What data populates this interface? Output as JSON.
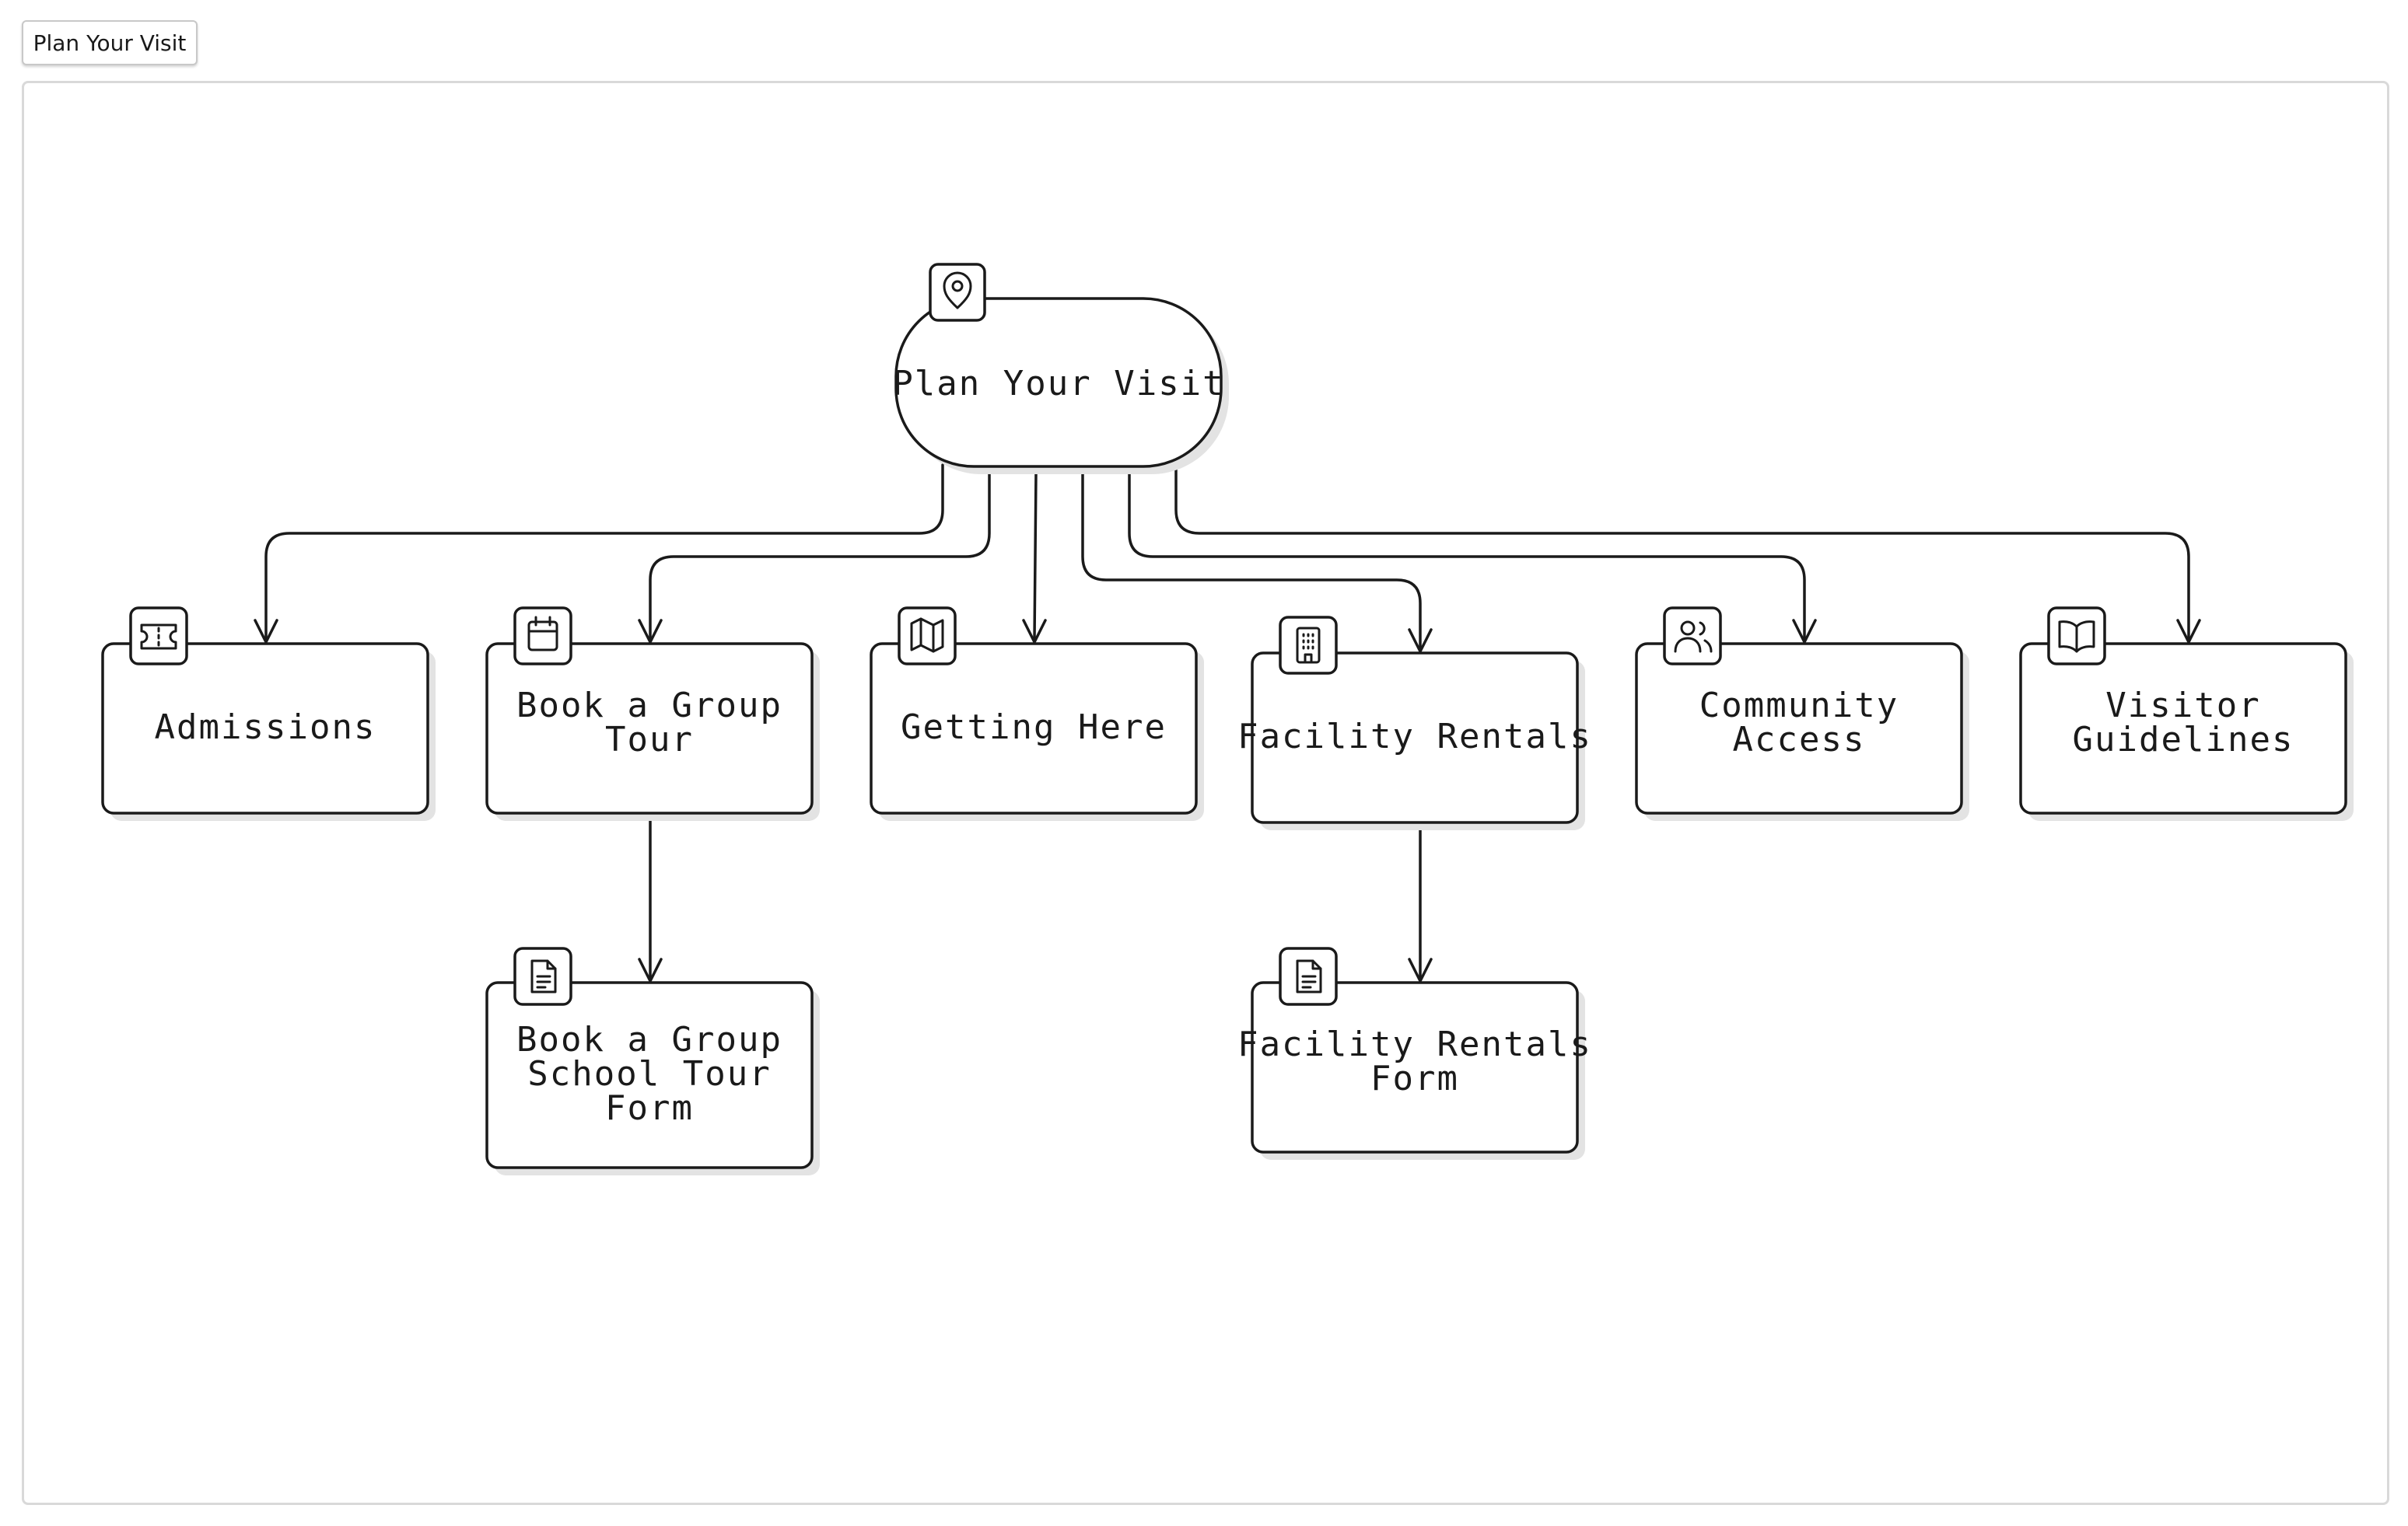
{
  "toolbar": {
    "tab_label": "Plan Your Visit"
  },
  "diagram": {
    "root": {
      "id": "plan-your-visit",
      "label": "Plan Your Visit",
      "icon": "map-pin-icon"
    },
    "children": [
      {
        "id": "admissions",
        "lines": [
          "Admissions"
        ],
        "icon": "ticket-icon"
      },
      {
        "id": "book-group-tour",
        "lines": [
          "Book a Group",
          "Tour"
        ],
        "icon": "calendar-icon"
      },
      {
        "id": "getting-here",
        "lines": [
          "Getting Here"
        ],
        "icon": "map-icon"
      },
      {
        "id": "facility-rentals",
        "lines": [
          "Facility Rentals"
        ],
        "icon": "building-icon"
      },
      {
        "id": "community-access",
        "lines": [
          "Community",
          "Access"
        ],
        "icon": "users-icon"
      },
      {
        "id": "visitor-guidelines",
        "lines": [
          "Visitor",
          "Guidelines"
        ],
        "icon": "book-open-icon"
      }
    ],
    "grandchildren": [
      {
        "id": "book-group-school-tour-form",
        "parent": "book-group-tour",
        "lines": [
          "Book a Group",
          "School Tour",
          "Form"
        ],
        "icon": "file-text-icon"
      },
      {
        "id": "facility-rentals-form",
        "parent": "facility-rentals",
        "lines": [
          "Facility Rentals",
          "Form"
        ],
        "icon": "file-text-icon"
      }
    ]
  },
  "colors": {
    "stroke": "#1a1a1a",
    "shadow": "#e3e3e3",
    "frame_border": "#d9d9d9",
    "background": "#ffffff"
  }
}
